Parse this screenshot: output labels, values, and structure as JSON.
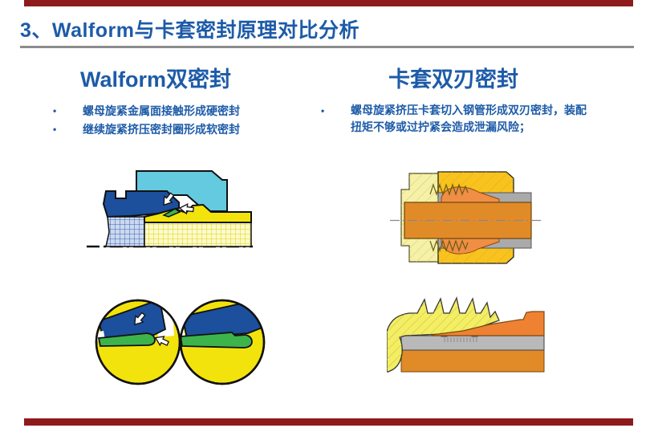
{
  "slide": {
    "title": "3、Walform与卡套密封原理对比分析",
    "bullet_marker": "•"
  },
  "left_panel": {
    "heading": "Walform双密封",
    "bullets": [
      "螺母旋紧金属面接触形成硬密封",
      "继续旋紧挤压密封圈形成软密封"
    ],
    "diagrams": {
      "top": "walform-fitting-cross-section",
      "bottom": "walform-seal-magnified-details"
    }
  },
  "right_panel": {
    "heading": "卡套双刃密封",
    "bullets": [
      "螺母旋紧挤压卡套切入钢管形成双刃密封，装配扭矩不够或过拧紧会造成泄漏风险；"
    ],
    "diagrams": {
      "top": "ferrule-fitting-cross-section",
      "bottom": "ferrule-bite-edge-magnified-detail"
    }
  },
  "colors": {
    "accent_bar_red": "#8e1a1c",
    "text_blue": "#1d5ba8",
    "rule_gray": "#8c8c8c",
    "diagram": {
      "cyan_nut": "#63cadf",
      "dark_blue_body": "#1c4f9c",
      "yellow_tube": "#f2e30c",
      "green_seal": "#3cb44b",
      "gold_nut": "#f8c31e",
      "light_yellow_body": "#f5f1a6",
      "orange_pipe": "#e18b28",
      "orange_ferrule": "#ef8e44",
      "gray_tube": "#aaaaaa"
    }
  }
}
